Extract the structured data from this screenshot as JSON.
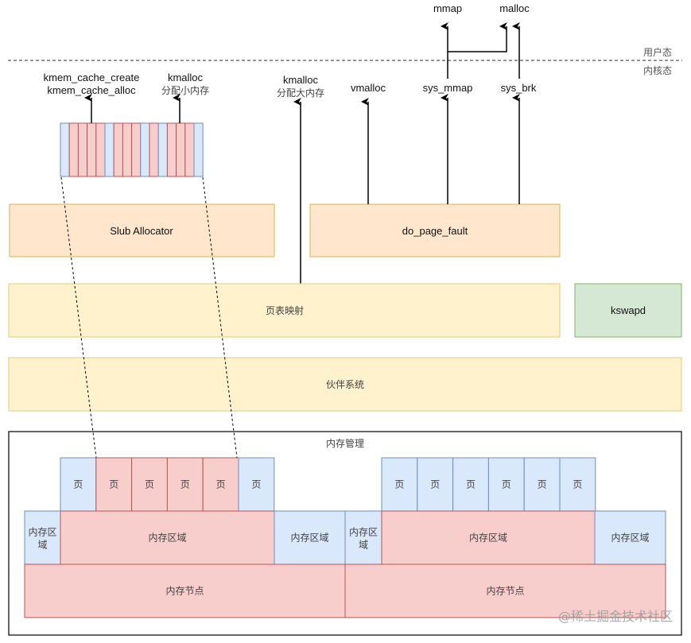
{
  "domain": "Diagram",
  "title": "Linux memory management overview",
  "boundary": {
    "user_label": "用户态",
    "kernel_label": "内核态"
  },
  "user_apis": {
    "mmap": "mmap",
    "malloc": "malloc"
  },
  "syscalls": {
    "sys_mmap": "sys_mmap",
    "sys_brk": "sys_brk"
  },
  "kernel_apis": {
    "kmem_cache_create": "kmem_cache_create",
    "kmem_cache_alloc": "kmem_cache_alloc",
    "kmalloc_small": "kmalloc",
    "kmalloc_small_desc": "分配小内存",
    "kmalloc_large": "kmalloc",
    "kmalloc_large_desc": "分配大内存",
    "vmalloc": "vmalloc"
  },
  "slab_strip": {
    "cells": [
      "free",
      "used",
      "used",
      "used",
      "used",
      "free",
      "used",
      "used",
      "used",
      "free",
      "used",
      "free",
      "used",
      "used",
      "used",
      "free"
    ]
  },
  "blocks": {
    "slub": "Slub Allocator",
    "page_fault": "do_page_fault",
    "page_table": "页表映射",
    "kswapd": "kswapd",
    "buddy": "伙伴系统",
    "mem_mgmt": "内存管理"
  },
  "memory": {
    "page_label": "页",
    "zone_label": "内存区域",
    "zone_label_wrapped_1": "内存区",
    "zone_label_wrapped_2": "域",
    "node_label": "内存节点",
    "left_pages": [
      "free",
      "used",
      "used",
      "used",
      "used",
      "free"
    ],
    "right_pages": [
      "free",
      "free",
      "free",
      "free",
      "free",
      "free"
    ]
  },
  "colors": {
    "free_fill": "#dae8fc",
    "free_stroke": "#6c8ebf",
    "used_fill": "#f8cecc",
    "used_stroke": "#b85450",
    "orange_fill": "#ffe6cc",
    "orange_stroke": "#d6b656",
    "yellow_fill": "#fff2cc",
    "yellow_stroke": "#e6c87a",
    "green_fill": "#d5e8d4",
    "green_stroke": "#82b366"
  },
  "watermark": "@稀土掘金技术社区"
}
